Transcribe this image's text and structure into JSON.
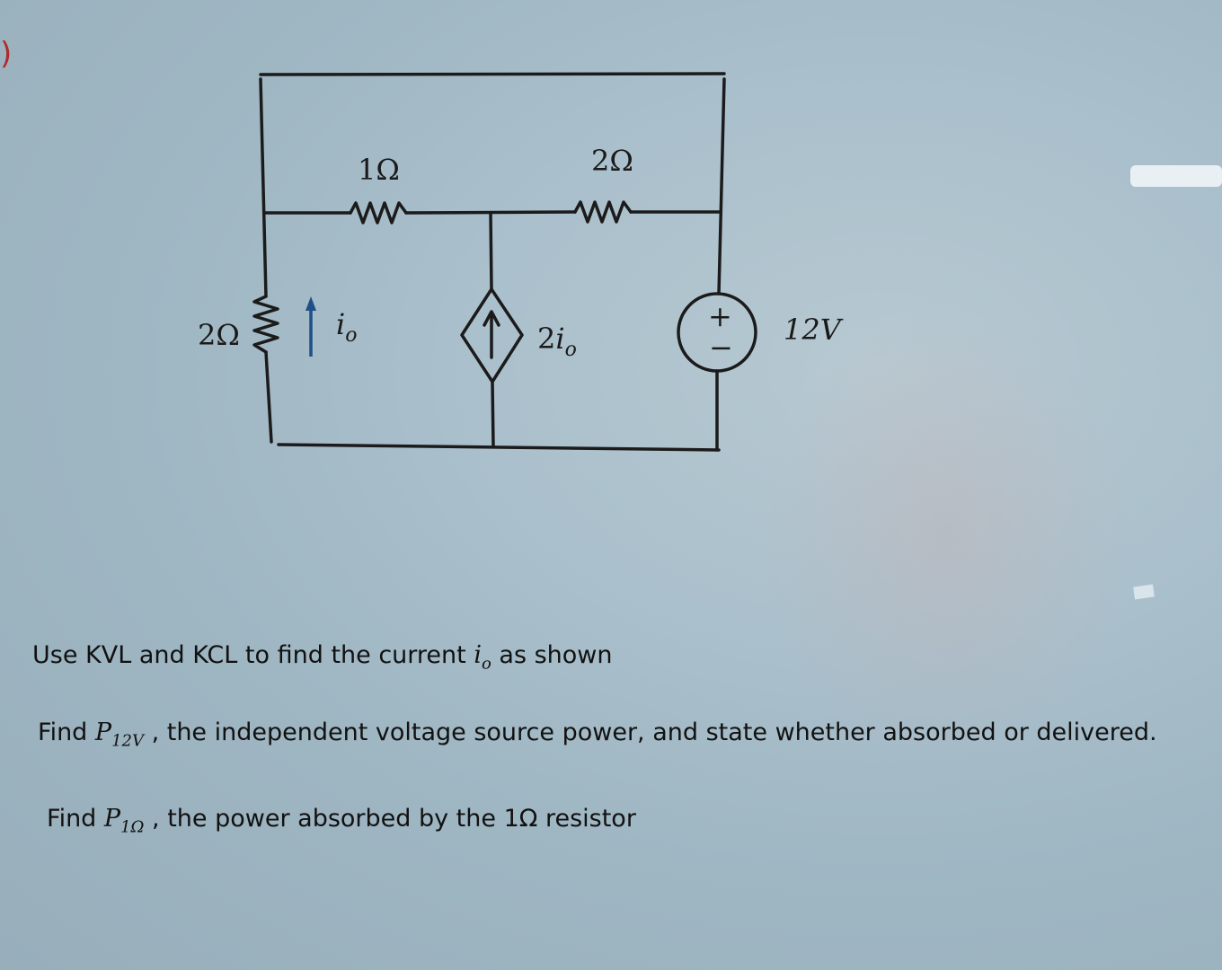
{
  "page": {
    "corner_glyph": ")"
  },
  "circuit": {
    "resistor_top_left": "1Ω",
    "resistor_top_right": "2Ω",
    "resistor_left": "2Ω",
    "current_label": "i",
    "current_label_sub": "o",
    "dependent_source_label": "2i",
    "dependent_source_label_sub": "o",
    "voltage_source_label": "12V",
    "voltage_source_plus": "+",
    "voltage_source_minus": "−"
  },
  "questions": {
    "q1_pre": "Use KVL and KCL to find the current ",
    "q1_var": "i",
    "q1_sub": "o",
    "q1_post": " as shown",
    "q2_pre": "Find ",
    "q2_var": "P",
    "q2_sub": "12V",
    "q2_post": " , the independent voltage source power, and state whether absorbed or delivered.",
    "q3_pre": "Find ",
    "q3_var": "P",
    "q3_sub": "1Ω",
    "q3_post": " , the power absorbed by the 1Ω resistor"
  },
  "colors": {
    "wire": "#1b1b1b",
    "arrow": "#1f4f86"
  }
}
